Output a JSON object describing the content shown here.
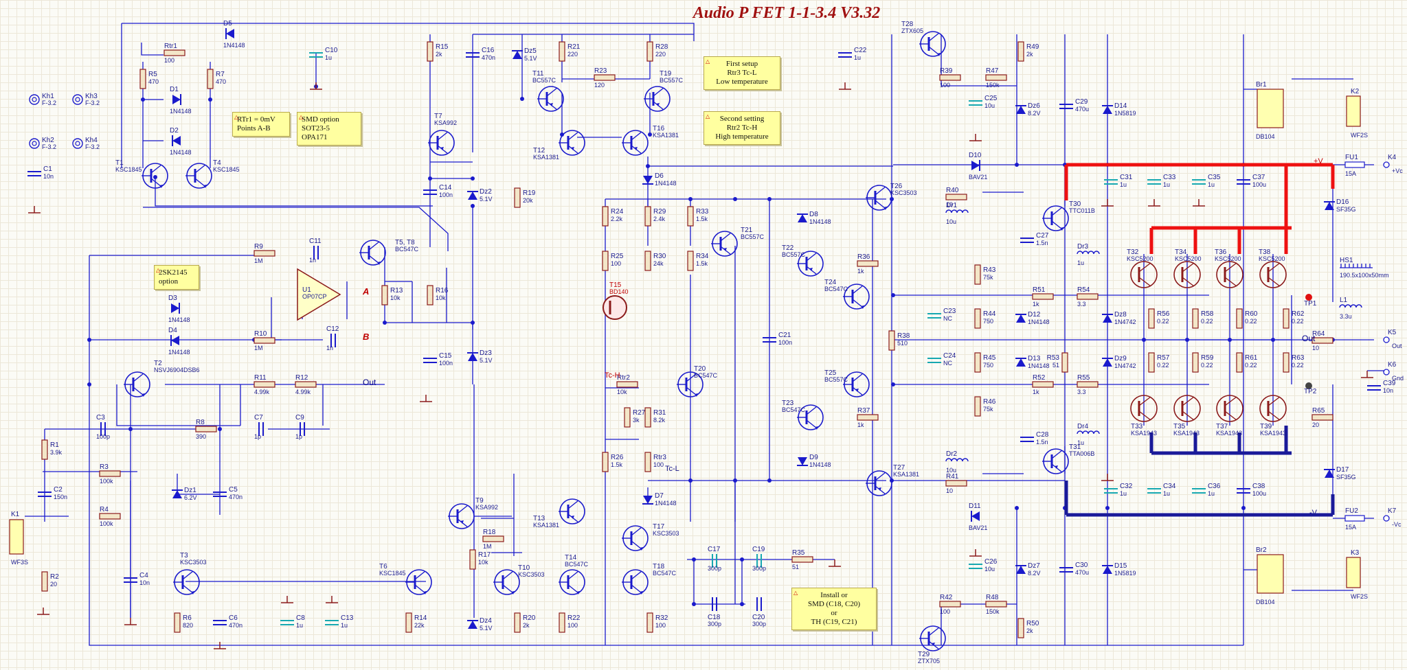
{
  "title": "Audio P FET 1-1-3.4 V3.32",
  "notes": {
    "rtr1": [
      "RTr1 = 0mV",
      "Points  A-B"
    ],
    "smd": [
      "SMD option",
      "SOT23-5",
      "OPA171"
    ],
    "first_setup": [
      "First setup",
      "Rtr3 Tc-L",
      "Low temperature"
    ],
    "second_setting": [
      "Second setting",
      "Rtr2 Tc-H",
      "High temperature"
    ],
    "k2sk": [
      "2SK2145",
      "option"
    ],
    "install": [
      "Install or",
      "SMD (C18, C20)",
      "or",
      "TH (C19, C21)"
    ]
  },
  "mount_holes": [
    {
      "ref": "Kh1",
      "val": "F-3.2"
    },
    {
      "ref": "Kh3",
      "val": "F-3.2"
    },
    {
      "ref": "Kh2",
      "val": "F-3.2"
    },
    {
      "ref": "Kh4",
      "val": "F-3.2"
    }
  ],
  "transistors": [
    {
      "ref": "T1",
      "val": "KSC1845"
    },
    {
      "ref": "T4",
      "val": "KSC1845"
    },
    {
      "ref": "T2",
      "val": "NSVJ6904DSB6"
    },
    {
      "ref": "T3",
      "val": "KSC3503"
    },
    {
      "ref": "T5, T8",
      "val": "BC547C"
    },
    {
      "ref": "T6",
      "val": "KSC1845"
    },
    {
      "ref": "T7",
      "val": "KSA992"
    },
    {
      "ref": "T9",
      "val": "KSA992"
    },
    {
      "ref": "T10",
      "val": "KSC3503"
    },
    {
      "ref": "T11",
      "val": "BC557C"
    },
    {
      "ref": "T12",
      "val": "KSA1381"
    },
    {
      "ref": "T13",
      "val": "KSA1381"
    },
    {
      "ref": "T14",
      "val": "BC547C"
    },
    {
      "ref": "T15",
      "val": "BD140"
    },
    {
      "ref": "T16",
      "val": "KSA1381"
    },
    {
      "ref": "T17",
      "val": "KSC3503"
    },
    {
      "ref": "T18",
      "val": "BC547C"
    },
    {
      "ref": "T19",
      "val": "BC557C"
    },
    {
      "ref": "T20",
      "val": "BC547C"
    },
    {
      "ref": "T21",
      "val": "BC557C"
    },
    {
      "ref": "T22",
      "val": "BC557C"
    },
    {
      "ref": "T23",
      "val": "BC547C"
    },
    {
      "ref": "T24",
      "val": "BC547C"
    },
    {
      "ref": "T25",
      "val": "BC557C"
    },
    {
      "ref": "T26",
      "val": "KSC3503"
    },
    {
      "ref": "T27",
      "val": "KSA1381"
    },
    {
      "ref": "T28",
      "val": "ZTX605"
    },
    {
      "ref": "T29",
      "val": "ZTX705"
    },
    {
      "ref": "T30",
      "val": "TTC011B"
    },
    {
      "ref": "T31",
      "val": "TTA006B"
    },
    {
      "ref": "T32",
      "val": "KSC5200"
    },
    {
      "ref": "T34",
      "val": "KSC5200"
    },
    {
      "ref": "T36",
      "val": "KSC5200"
    },
    {
      "ref": "T38",
      "val": "KSC5200"
    },
    {
      "ref": "T33",
      "val": "KSA1943"
    },
    {
      "ref": "T35",
      "val": "KSA1943"
    },
    {
      "ref": "T37",
      "val": "KSA1943"
    },
    {
      "ref": "T39",
      "val": "KSA1943"
    }
  ],
  "resistors": [
    {
      "ref": "Rtr1",
      "val": "100"
    },
    {
      "ref": "R5",
      "val": "470"
    },
    {
      "ref": "R7",
      "val": "470"
    },
    {
      "ref": "R15",
      "val": "2k"
    },
    {
      "ref": "R21",
      "val": "220"
    },
    {
      "ref": "R28",
      "val": "220"
    },
    {
      "ref": "R23",
      "val": "120"
    },
    {
      "ref": "R9",
      "val": "1M"
    },
    {
      "ref": "R10",
      "val": "1M"
    },
    {
      "ref": "R11",
      "val": "4.99k"
    },
    {
      "ref": "R12",
      "val": "4.99k"
    },
    {
      "ref": "R8",
      "val": "390"
    },
    {
      "ref": "R1",
      "val": "3.9k"
    },
    {
      "ref": "R3",
      "val": "100k"
    },
    {
      "ref": "R4",
      "val": "100k"
    },
    {
      "ref": "R2",
      "val": "20"
    },
    {
      "ref": "R6",
      "val": "820"
    },
    {
      "ref": "R13",
      "val": "10k"
    },
    {
      "ref": "R16",
      "val": "10k"
    },
    {
      "ref": "R19",
      "val": "20k"
    },
    {
      "ref": "R14",
      "val": "22k"
    },
    {
      "ref": "R17",
      "val": "10k"
    },
    {
      "ref": "R18",
      "val": "1M"
    },
    {
      "ref": "R20",
      "val": "2k"
    },
    {
      "ref": "R22",
      "val": "100"
    },
    {
      "ref": "R32",
      "val": "100"
    },
    {
      "ref": "R24",
      "val": "2.2k"
    },
    {
      "ref": "R25",
      "val": "100"
    },
    {
      "ref": "R26",
      "val": "1.5k"
    },
    {
      "ref": "R27",
      "val": "3k"
    },
    {
      "ref": "R29",
      "val": "2.4k"
    },
    {
      "ref": "R30",
      "val": "24k"
    },
    {
      "ref": "R31",
      "val": "8.2k"
    },
    {
      "ref": "R33",
      "val": "1.5k"
    },
    {
      "ref": "R34",
      "val": "1.5k"
    },
    {
      "ref": "Rtr2",
      "val": "10k"
    },
    {
      "ref": "Rtr3",
      "val": "100"
    },
    {
      "ref": "R35",
      "val": "51"
    },
    {
      "ref": "R36",
      "val": "1k"
    },
    {
      "ref": "R37",
      "val": "1k"
    },
    {
      "ref": "R38",
      "val": "510"
    },
    {
      "ref": "R39",
      "val": "100"
    },
    {
      "ref": "R40",
      "val": "10"
    },
    {
      "ref": "R41",
      "val": "10"
    },
    {
      "ref": "R42",
      "val": "100"
    },
    {
      "ref": "R43",
      "val": "75k"
    },
    {
      "ref": "R44",
      "val": "750"
    },
    {
      "ref": "R45",
      "val": "750"
    },
    {
      "ref": "R46",
      "val": "75k"
    },
    {
      "ref": "R47",
      "val": "150k"
    },
    {
      "ref": "R48",
      "val": "150k"
    },
    {
      "ref": "R49",
      "val": "2k"
    },
    {
      "ref": "R50",
      "val": "2k"
    },
    {
      "ref": "R51",
      "val": "1k"
    },
    {
      "ref": "R52",
      "val": "1k"
    },
    {
      "ref": "R53",
      "val": "51"
    },
    {
      "ref": "R54",
      "val": "3.3"
    },
    {
      "ref": "R55",
      "val": "3.3"
    },
    {
      "ref": "R56",
      "val": "0.22"
    },
    {
      "ref": "R57",
      "val": "0.22"
    },
    {
      "ref": "R58",
      "val": "0.22"
    },
    {
      "ref": "R59",
      "val": "0.22"
    },
    {
      "ref": "R60",
      "val": "0.22"
    },
    {
      "ref": "R61",
      "val": "0.22"
    },
    {
      "ref": "R62",
      "val": "0.22"
    },
    {
      "ref": "R63",
      "val": "0.22"
    },
    {
      "ref": "R64",
      "val": "10"
    },
    {
      "ref": "R65",
      "val": "20"
    }
  ],
  "capacitors": [
    {
      "ref": "C10",
      "val": "1u"
    },
    {
      "ref": "C16",
      "val": "470n"
    },
    {
      "ref": "C22",
      "val": "1u"
    },
    {
      "ref": "C11",
      "val": "1n"
    },
    {
      "ref": "C12",
      "val": "1n"
    },
    {
      "ref": "C14",
      "val": "100n"
    },
    {
      "ref": "C15",
      "val": "100n"
    },
    {
      "ref": "C1",
      "val": "10n"
    },
    {
      "ref": "C2",
      "val": "150n"
    },
    {
      "ref": "C3",
      "val": "100p"
    },
    {
      "ref": "C4",
      "val": "10n"
    },
    {
      "ref": "C5",
      "val": "470n"
    },
    {
      "ref": "C6",
      "val": "470n"
    },
    {
      "ref": "C7",
      "val": "1p"
    },
    {
      "ref": "C8",
      "val": "1u"
    },
    {
      "ref": "C9",
      "val": "1p"
    },
    {
      "ref": "C13",
      "val": "1u"
    },
    {
      "ref": "C17",
      "val": "300p"
    },
    {
      "ref": "C18",
      "val": "300p"
    },
    {
      "ref": "C19",
      "val": "300p"
    },
    {
      "ref": "C20",
      "val": "300p"
    },
    {
      "ref": "C21",
      "val": "100n"
    },
    {
      "ref": "C23",
      "val": "NC"
    },
    {
      "ref": "C24",
      "val": "NC"
    },
    {
      "ref": "C25",
      "val": "10u"
    },
    {
      "ref": "C26",
      "val": "10u"
    },
    {
      "ref": "C27",
      "val": "1.5n"
    },
    {
      "ref": "C28",
      "val": "1.5n"
    },
    {
      "ref": "C29",
      "val": "470u"
    },
    {
      "ref": "C30",
      "val": "470u"
    },
    {
      "ref": "C31",
      "val": "1u"
    },
    {
      "ref": "C32",
      "val": "1u"
    },
    {
      "ref": "C33",
      "val": "1u"
    },
    {
      "ref": "C34",
      "val": "1u"
    },
    {
      "ref": "C35",
      "val": "1u"
    },
    {
      "ref": "C36",
      "val": "1u"
    },
    {
      "ref": "C37",
      "val": "100u"
    },
    {
      "ref": "C38",
      "val": "100u"
    },
    {
      "ref": "C39",
      "val": "10n"
    }
  ],
  "diodes": [
    {
      "ref": "D5",
      "val": "1N4148"
    },
    {
      "ref": "D1",
      "val": "1N4148"
    },
    {
      "ref": "D2",
      "val": "1N4148"
    },
    {
      "ref": "D3",
      "val": "1N4148"
    },
    {
      "ref": "D4",
      "val": "1N4148"
    },
    {
      "ref": "D6",
      "val": "1N4148"
    },
    {
      "ref": "D7",
      "val": "1N4148"
    },
    {
      "ref": "D8",
      "val": "1N4148"
    },
    {
      "ref": "D9",
      "val": "1N4148"
    },
    {
      "ref": "D10",
      "val": "BAV21"
    },
    {
      "ref": "D11",
      "val": "BAV21"
    },
    {
      "ref": "D12",
      "val": "1N4148"
    },
    {
      "ref": "D13",
      "val": "1N4148"
    },
    {
      "ref": "D14",
      "val": "1N5819"
    },
    {
      "ref": "D15",
      "val": "1N5819"
    },
    {
      "ref": "D16",
      "val": "SF35G"
    },
    {
      "ref": "D17",
      "val": "SF35G"
    },
    {
      "ref": "Dz1",
      "val": "6.2V"
    },
    {
      "ref": "Dz2",
      "val": "5.1V"
    },
    {
      "ref": "Dz3",
      "val": "5.1V"
    },
    {
      "ref": "Dz4",
      "val": "5.1V"
    },
    {
      "ref": "Dz5",
      "val": "5.1V"
    },
    {
      "ref": "Dz6",
      "val": "8.2V"
    },
    {
      "ref": "Dz7",
      "val": "8.2V"
    },
    {
      "ref": "Dz8",
      "val": "1N4742"
    },
    {
      "ref": "Dz9",
      "val": "1N4742"
    }
  ],
  "inductors": [
    {
      "ref": "Dr1",
      "val": "10u"
    },
    {
      "ref": "Dr2",
      "val": "10u"
    },
    {
      "ref": "Dr3",
      "val": "1u"
    },
    {
      "ref": "Dr4",
      "val": "1u"
    },
    {
      "ref": "L1",
      "val": "3.3u"
    }
  ],
  "connectors": [
    {
      "ref": "K1",
      "val": "WF3S"
    },
    {
      "ref": "K2",
      "val": "WF2S"
    },
    {
      "ref": "K3",
      "val": "WF2S"
    },
    {
      "ref": "K4",
      "val": "+Vc"
    },
    {
      "ref": "K5",
      "val": "Out"
    },
    {
      "ref": "K6",
      "val": "Gnd"
    },
    {
      "ref": "K7",
      "val": "-Vc"
    },
    {
      "ref": "Br1",
      "val": "DB104"
    },
    {
      "ref": "Br2",
      "val": "DB104"
    },
    {
      "ref": "FU1",
      "val": "15A"
    },
    {
      "ref": "FU2",
      "val": "15A"
    },
    {
      "ref": "HS1",
      "val": "190.5x100x50mm"
    },
    {
      "ref": "U1",
      "val": "OP07CP"
    }
  ],
  "net_labels": {
    "out_left": "Out",
    "out_right": "Out",
    "point_a": "A",
    "point_b": "B",
    "tc_h": "Tc-H",
    "tc_l": "Tc-L",
    "vplus": "+V",
    "vminus": "-V",
    "tp1": "TP1",
    "tp2": "TP2"
  },
  "colors": {
    "wire": "#1a1acc",
    "component": "#8b1a1a",
    "power_plus": "#ee1111",
    "power_minus": "#1a1a99",
    "note_bg": "#ffffa0"
  }
}
